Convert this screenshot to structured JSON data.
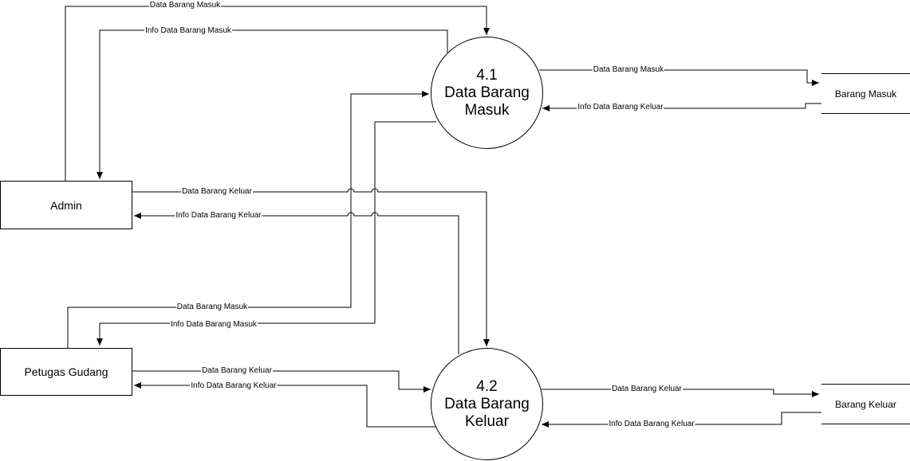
{
  "entities": {
    "admin": "Admin",
    "petugas": "Petugas Gudang"
  },
  "processes": {
    "p41": {
      "number": "4.1",
      "line1": "Data Barang",
      "line2": "Masuk"
    },
    "p42": {
      "number": "4.2",
      "line1": "Data Barang",
      "line2": "Keluar"
    }
  },
  "stores": {
    "masuk": "Barang Masuk",
    "keluar": "Barang Keluar"
  },
  "flows": {
    "admin_to_p41": "Data Barang Masuk",
    "p41_to_admin": "Info Data Barang Masuk",
    "admin_to_p42": "Data Barang Keluar",
    "p42_to_admin": "Info Data Barang Keluar",
    "petugas_to_p41": "Data Barang Masuk",
    "p41_to_petugas": "Info Data Barang Masuk",
    "petugas_to_p42": "Data Barang Keluar",
    "p42_to_petugas": "Info Data Barang Keluar",
    "p41_to_store_masuk": "Data Barang Masuk",
    "store_masuk_to_p41": "Info Data Barang Keluar",
    "p42_to_store_keluar": "Data Barang Keluar",
    "store_keluar_to_p42": "Info Data Barang Keluar"
  }
}
